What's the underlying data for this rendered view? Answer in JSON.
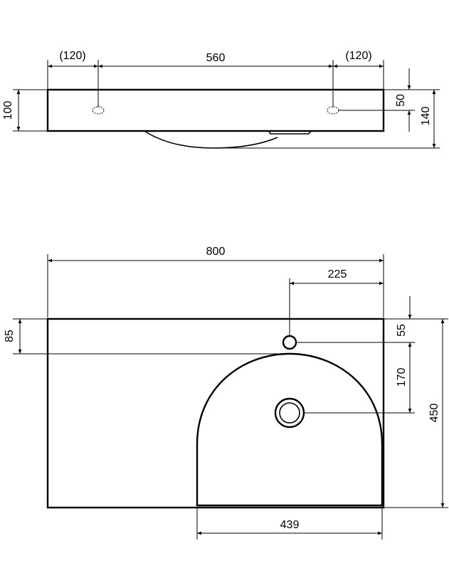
{
  "side_view": {
    "dim_left_overhang": "(120)",
    "dim_center": "560",
    "dim_right_overhang": "(120)",
    "dim_height": "100",
    "dim_hole_depth": "50",
    "dim_total_height": "140"
  },
  "top_view": {
    "dim_width": "800",
    "dim_tap_offset": "225",
    "dim_left_offset": "85",
    "dim_tap_from_edge": "55",
    "dim_drain_offset": "170",
    "dim_depth": "450",
    "dim_bowl_width": "439"
  }
}
